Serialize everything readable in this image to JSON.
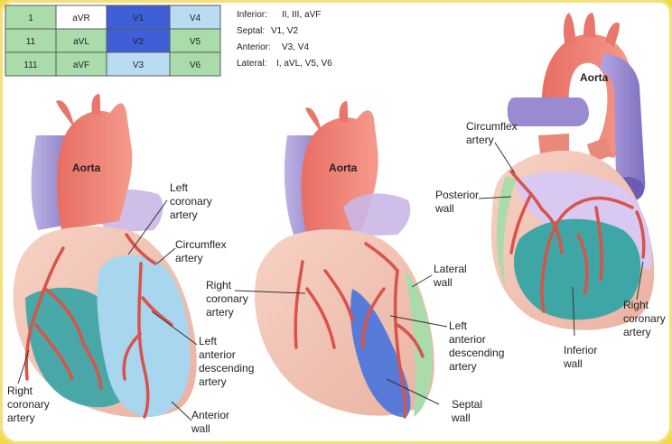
{
  "lead_table": {
    "rows": [
      {
        "c1": "1",
        "c2": "aVR",
        "c3": "V1",
        "c4": "V4"
      },
      {
        "c1": "11",
        "c2": "aVL",
        "c3": "V2",
        "c4": "V5"
      },
      {
        "c1": "111",
        "c2": "aVF",
        "c3": "V3",
        "c4": "V6"
      }
    ],
    "colors": {
      "green": "#a9dcaa",
      "light_blue": "#b9dcf2",
      "blue": "#3f5fd6",
      "mid_blue": "#5b86e0",
      "white": "#ffffff"
    }
  },
  "lead_groups": [
    {
      "name": "Inferior:",
      "leads": "II, III, aVF"
    },
    {
      "name": "Septal:",
      "leads": "V1, V2"
    },
    {
      "name": "Anterior:",
      "leads": "V3, V4"
    },
    {
      "name": "Lateral:",
      "leads": "I, aVL, V5, V6"
    }
  ],
  "heart1": {
    "aorta": "Aorta",
    "left_coronary": [
      "Left",
      "coronary",
      "artery"
    ],
    "circumflex": [
      "Circumflex",
      "artery"
    ],
    "right_coronary": [
      "Right",
      "coronary",
      "artery"
    ],
    "lad": [
      "Left",
      "anterior",
      "descending",
      "artery"
    ],
    "anterior_wall": [
      "Anterior",
      "wall"
    ]
  },
  "heart2": {
    "aorta": "Aorta",
    "right_coronary": [
      "Right",
      "coronary",
      "artery"
    ],
    "lateral_wall": [
      "Lateral",
      "wall"
    ],
    "lad": [
      "Left",
      "anterior",
      "descending",
      "artery"
    ],
    "septal_wall": [
      "Septal",
      "wall"
    ]
  },
  "heart3": {
    "aorta": "Aorta",
    "circumflex": [
      "Circumflex",
      "artery"
    ],
    "posterior_wall": [
      "Posterior",
      "wall"
    ],
    "right_coronary": [
      "Right",
      "coronary",
      "artery"
    ],
    "inferior_wall": [
      "Inferior",
      "wall"
    ]
  },
  "colors": {
    "background_frame": "#f2d94a",
    "myocardium": "#f2c6b6",
    "artery_red": "#d9534a",
    "vein_purple": "#9a8ad0",
    "teal_wall": "#3fa6a6",
    "light_blue_wall": "#a8d6ee",
    "septal_blue": "#3d6ee0",
    "lateral_green": "#a9dcaa",
    "posterior_lavender": "#d9c8f2"
  }
}
